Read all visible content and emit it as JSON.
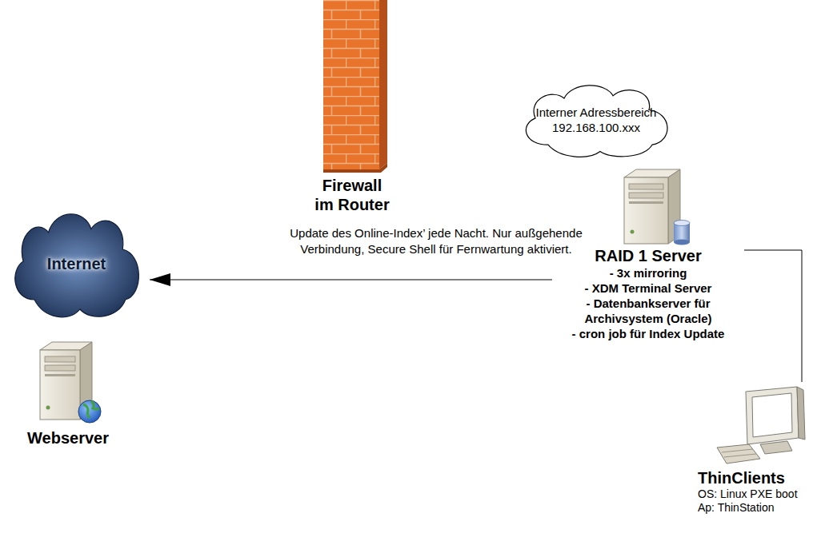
{
  "diagram": {
    "nodes": [
      {
        "text": [
          "Internet"
        ]
      },
      {
        "text": [
          "Firewall im Router"
        ]
      },
      {
        "text": [
          "Interner Adressbereich 192.168.100.xxx"
        ]
      },
      {
        "text": [
          "RAID 1 Server",
          "- 3x mirroring",
          "- XDM Terminal Server",
          "- Datenbankserver für Archivsystem (Oracle)",
          "- cron job für Index Update"
        ]
      },
      {
        "text": [
          "ThinClients",
          "OS: Linux PXE boot",
          "Ap: ThinStation"
        ]
      },
      {
        "text": [
          "Webserver"
        ]
      }
    ],
    "edges": [
      {
        "from": 3,
        "to": 0,
        "arrow": "to",
        "label": "Update des Online-Index’ jede Nacht. Nur außgehende Verbindung, Secure Shell für Fernwartung aktiviert."
      },
      {
        "from": 3,
        "to": 4,
        "arrow": "none"
      }
    ]
  }
}
